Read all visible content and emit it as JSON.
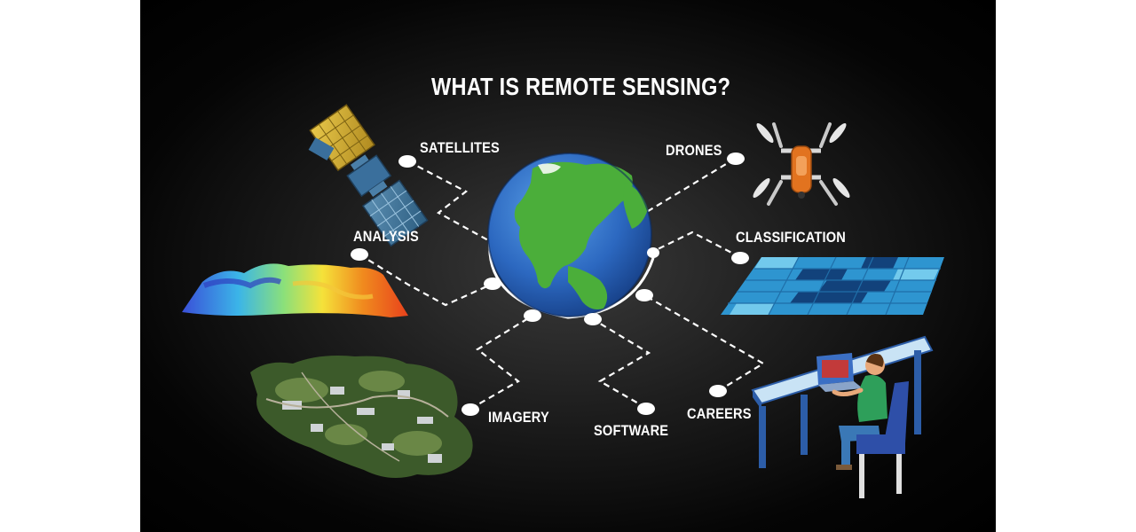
{
  "title": "WHAT IS REMOTE SENSING?",
  "topics": {
    "satellites": "SATELLITES",
    "drones": "DRONES",
    "analysis": "ANALYSIS",
    "classification": "CLASSIFICATION",
    "imagery": "IMAGERY",
    "software": "SOFTWARE",
    "careers": "CAREERS"
  },
  "colors": {
    "background": "#000000",
    "text": "#ffffff",
    "connector": "#ffffff",
    "ocean": "#2f6fc6",
    "land": "#4caf3a",
    "drone_body": "#e2731f",
    "grid_tile": "#3ea3dc"
  },
  "icons": [
    "satellite-icon",
    "drone-icon",
    "heatmap-terrain-icon",
    "classification-grid-icon",
    "aerial-map-icon",
    "person-at-desk-icon",
    "globe-icon"
  ]
}
